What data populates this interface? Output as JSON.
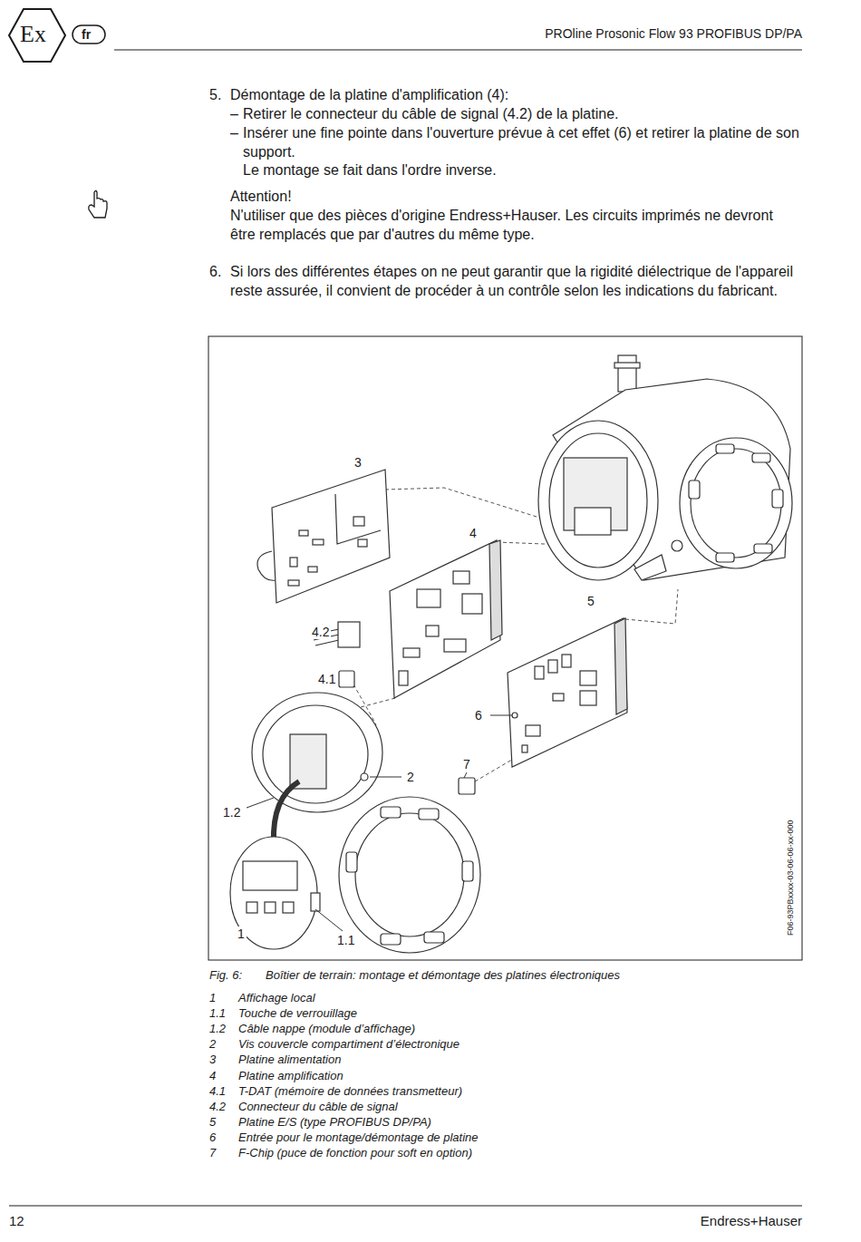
{
  "diagram": {
    "title": "PROline Prosonic Flow 93 PROFIBUS DP/PA",
    "caption": "Boîtier de terrain: montage et démontage des platines électroniques",
    "labels": [
      "Ex",
      "fr",
      "5.",
      "Démontage de la platine d'amplification (4):",
      "–",
      "Retirer le connecteur du câble de signal (4.2) de la platine.",
      "–",
      "Insérer une fine pointe dans l'ouverture prévue à cet effet (6) et retirer la platine de son support.",
      "Le montage se fait dans l'ordre inverse.",
      "Attention!",
      "N'utiliser que des pièces d'origine Endress+Hauser. Les circuits imprimés ne devront être remplacés que par d'autres du même type.",
      "6.",
      "Si lors des différentes étapes on ne peut garantir que la rigidité diélectrique de l'appareil reste assurée, il convient de procéder à un contrôle selon les indications du fabricant.",
      "3",
      "4",
      "4.2",
      "4.1",
      "5",
      "6",
      "7",
      "2",
      "1.2",
      "1",
      "1.1",
      "F06-93PBxxxx-03-06-06-xx-000",
      "Fig. 6:",
      "1",
      "Affichage local",
      "1.1",
      "Touche de verrouillage",
      "1.2",
      "Câble nappe (module d’affichage)",
      "2",
      "Vis couvercle compartiment d’électronique",
      "3",
      "Platine alimentation",
      "4",
      "Platine amplification",
      "4.1",
      "T-DAT (mémoire de données transmetteur)",
      "4.2",
      "Connecteur du câble de signal",
      "5",
      "Platine E/S (type PROFIBUS DP/PA)",
      "6",
      "Entrée pour le montage/démontage de platine",
      "7",
      "F-Chip (puce de fonction pour soft en option)",
      "12",
      "Endress+Hauser"
    ]
  }
}
